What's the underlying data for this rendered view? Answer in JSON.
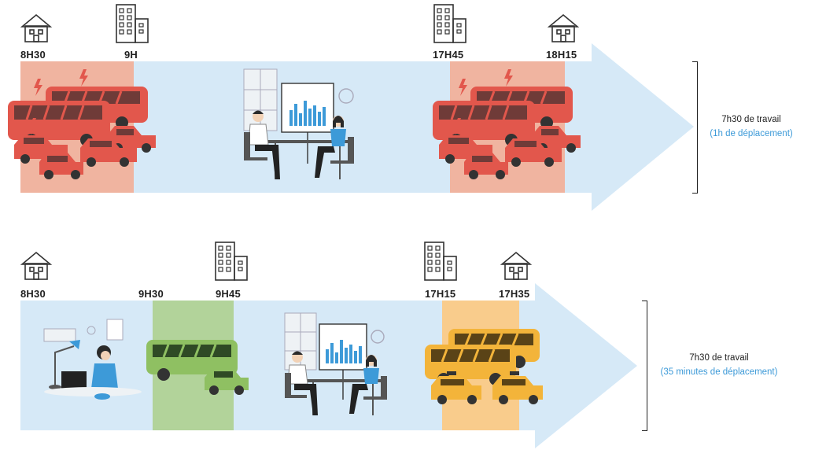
{
  "scenarios": [
    {
      "times": [
        "8H30",
        "9H",
        "17H45",
        "18H15"
      ],
      "summary": {
        "main": "7h30 de travail",
        "sub": "(1h de déplacement)"
      }
    },
    {
      "times": [
        "8H30",
        "9H30",
        "9H45",
        "17H15",
        "17H35"
      ],
      "summary": {
        "main": "7h30 de travail",
        "sub": "(35 minutes de déplacement)"
      }
    }
  ],
  "colors": {
    "arrow": "#d6e9f7",
    "traffic_band": "#f0b4a0",
    "red_vehicle": "#e2574c",
    "bus_band": "#b2d39a",
    "green_vehicle": "#8fc062",
    "taxi_band": "#f9cc8c",
    "yellow_vehicle": "#f3b43a",
    "accent_blue": "#3d9ad8"
  },
  "icons": [
    "house-icon",
    "office-building-icon",
    "lightning-icon",
    "bus-icon",
    "car-icon",
    "meeting-illustration",
    "home-office-illustration"
  ]
}
